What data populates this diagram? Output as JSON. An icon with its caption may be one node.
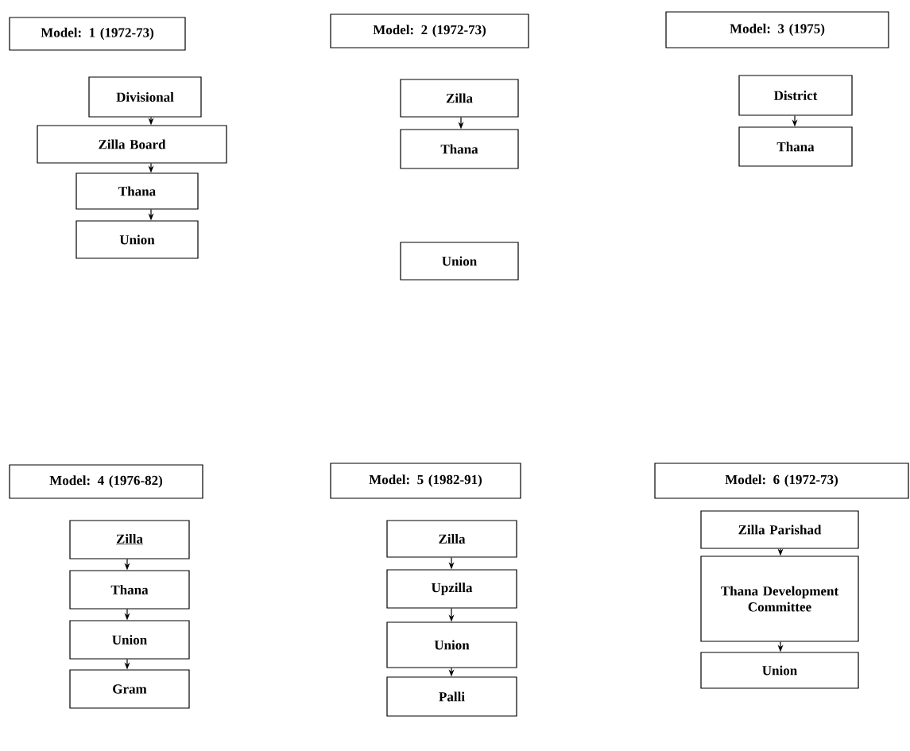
{
  "diagram": {
    "nodes": [
      {
        "text": [
          "Model: 1 (1972-73)"
        ]
      },
      {
        "text": [
          "Divisional"
        ]
      },
      {
        "text": [
          "Zilla Board"
        ]
      },
      {
        "text": [
          "Thana"
        ]
      },
      {
        "text": [
          "Union"
        ]
      },
      {
        "text": [
          "Model: 2 (1972-73)"
        ]
      },
      {
        "text": [
          "Zilla"
        ]
      },
      {
        "text": [
          "Thana"
        ]
      },
      {
        "text": [
          "Union"
        ]
      },
      {
        "text": [
          "Model: 3 (1975)"
        ]
      },
      {
        "text": [
          "District"
        ]
      },
      {
        "text": [
          "Thana"
        ]
      },
      {
        "text": [
          "Model: 4 (1976-82)"
        ]
      },
      {
        "text": [
          "Zilla"
        ]
      },
      {
        "text": [
          "Thana"
        ]
      },
      {
        "text": [
          "Union"
        ]
      },
      {
        "text": [
          "Gram"
        ]
      },
      {
        "text": [
          "Model: 5 (1982-91)"
        ]
      },
      {
        "text": [
          "Zilla"
        ]
      },
      {
        "text": [
          "Upzilla"
        ]
      },
      {
        "text": [
          "Union"
        ]
      },
      {
        "text": [
          "Palli"
        ]
      },
      {
        "text": [
          "Model: 6 (1972-73)"
        ]
      },
      {
        "text": [
          "Zilla Parishad"
        ]
      },
      {
        "text": [
          "Thana Development Committee"
        ]
      },
      {
        "text": [
          "Union"
        ]
      }
    ],
    "edges": [
      {
        "from": 1,
        "to": 2,
        "arrow": "to"
      },
      {
        "from": 2,
        "to": 3,
        "arrow": "to"
      },
      {
        "from": 3,
        "to": 4,
        "arrow": "to"
      },
      {
        "from": 6,
        "to": 7,
        "arrow": "to"
      },
      {
        "from": 10,
        "to": 11,
        "arrow": "to"
      },
      {
        "from": 13,
        "to": 14,
        "arrow": "to"
      },
      {
        "from": 14,
        "to": 15,
        "arrow": "to"
      },
      {
        "from": 15,
        "to": 16,
        "arrow": "to"
      },
      {
        "from": 18,
        "to": 19,
        "arrow": "to"
      },
      {
        "from": 19,
        "to": 20,
        "arrow": "to"
      },
      {
        "from": 20,
        "to": 21,
        "arrow": "to"
      },
      {
        "from": 23,
        "to": 24,
        "arrow": "to"
      },
      {
        "from": 24,
        "to": 25,
        "arrow": "to"
      }
    ]
  }
}
